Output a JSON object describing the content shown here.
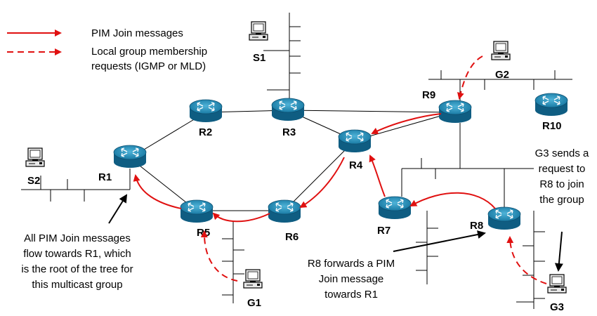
{
  "legend": {
    "solid_label": "PIM Join messages",
    "dashed_label_line1": "Local group membership",
    "dashed_label_line2": "requests (IGMP or MLD)"
  },
  "routers": {
    "r1": "R1",
    "r2": "R2",
    "r3": "R3",
    "r4": "R4",
    "r5": "R5",
    "r6": "R6",
    "r7": "R7",
    "r8": "R8",
    "r9": "R9",
    "r10": "R10"
  },
  "hosts": {
    "s1": "S1",
    "s2": "S2",
    "g1": "G1",
    "g2": "G2",
    "g3": "G3"
  },
  "notes": {
    "root_line1": "All PIM Join messages",
    "root_line2": "flow towards R1, which",
    "root_line3": "is the root of the tree for",
    "root_line4": "this multicast group",
    "r8fwd_line1": "R8 forwards a PIM",
    "r8fwd_line2": "Join message",
    "r8fwd_line3": "towards R1",
    "g3_line1": "G3 sends a",
    "g3_line2": "request to",
    "g3_line3": "R8 to join",
    "g3_line4": "the group"
  },
  "colors": {
    "join_arrow": "#e01010",
    "router_body": "#1a7fa8"
  }
}
